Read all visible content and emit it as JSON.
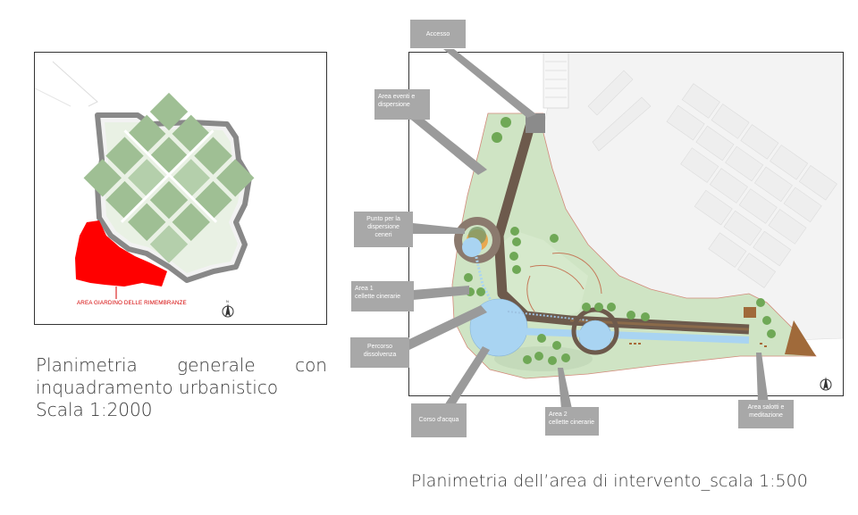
{
  "general_plan": {
    "area_label": "AREA GIARDINO DELLE RIMEMBRANZE",
    "caption_line1_words": [
      "Planimetria",
      "generale",
      "con"
    ],
    "caption_line2": "inquadramento urbanistico",
    "caption_line3": "Scala 1:2000"
  },
  "detail_plan": {
    "caption": "Planimetria dell’area di intervento_scala 1:500",
    "labels": {
      "accesso": "Accesso",
      "eventi_1": "Area eventi e",
      "eventi_2": "dispersione",
      "punto_1": "Punto per la",
      "punto_2": "dispersione",
      "punto_3": "ceneri",
      "area1_1": "Area 1",
      "area1_2": "cellette cinerarie",
      "percorso_1": "Percorso",
      "percorso_2": "dissolvenza",
      "corso": "Corso d'acqua",
      "area2_1": "Area 2",
      "area2_2": "cellette cinerarie",
      "salotti_1": "Area salotti e",
      "salotti_2": "meditazione"
    }
  },
  "colors": {
    "lawn": "#cfe4c4",
    "path": "#6d5a4c",
    "water": "#a9d4f2",
    "tree": "#6fa856",
    "red_area": "#ff0000",
    "label_box": "#a8a8a8"
  },
  "icons": [
    "north-arrow-icon"
  ]
}
